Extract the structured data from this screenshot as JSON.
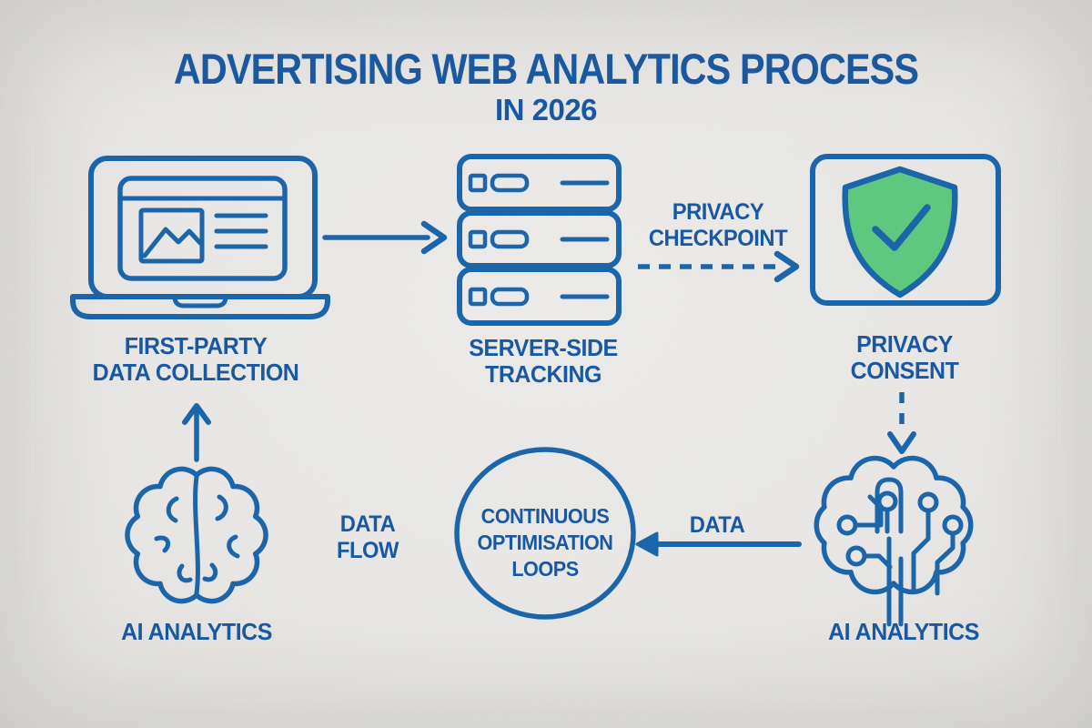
{
  "title": "ADVERTISING WEB ANALYTICS PROCESS",
  "subtitle": "IN 2026",
  "colors": {
    "accent_blue": "#1763AA",
    "text_blue": "#1456A2",
    "shield_green": "#5BC97D",
    "background": "#E9E8E6"
  },
  "nodes": {
    "first_party": {
      "line1": "FIRST-PARTY",
      "line2": "DATA COLLECTION",
      "icon": "laptop-icon"
    },
    "server_side": {
      "line1": "SERVER-SIDE",
      "line2": "TRACKING",
      "icon": "server-stack-icon"
    },
    "privacy_consent": {
      "line1": "PRIVACY",
      "line2": "CONSENT",
      "icon": "shield-check-icon"
    },
    "optimisation_loop": {
      "line1": "CONTINUOUS",
      "line2": "OPTIMISATION",
      "line3": "LOOPS",
      "icon": "loop-circle"
    },
    "ai_left": {
      "label": "AI ANALYTICS",
      "icon": "brain-icon"
    },
    "ai_right": {
      "label": "AI ANALYTICS",
      "icon": "circuit-brain-icon"
    }
  },
  "edges": {
    "collection_to_server": {
      "style": "solid-arrow-right"
    },
    "privacy_checkpoint": {
      "line1": "PRIVACY",
      "line2": "CHECKPOINT",
      "style": "dashed-arrow-right"
    },
    "consent_to_ai": {
      "style": "dashed-arrow-down"
    },
    "ai_to_loop": {
      "label": "DATA",
      "style": "solid-arrow-left"
    },
    "ai_to_collection": {
      "style": "solid-arrow-up"
    },
    "data_flow": {
      "line1": "DATA",
      "line2": "FLOW"
    }
  }
}
